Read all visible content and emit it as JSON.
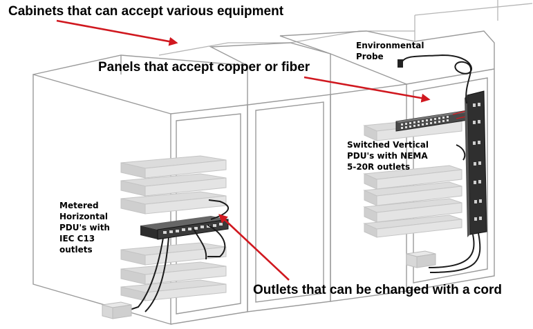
{
  "callouts": {
    "cabinets": "Cabinets that can accept various equipment",
    "panels": "Panels that accept copper or fiber",
    "outlets": "Outlets that can be changed with a cord"
  },
  "labels": {
    "environmental_probe": [
      "Environmental",
      "Probe"
    ],
    "switched_pdu": [
      "Switched Vertical",
      "PDU's with NEMA",
      "5-20R outlets"
    ],
    "metered_pdu": [
      "Metered",
      "Horizontal",
      "PDU's with",
      "IEC C13",
      "outlets"
    ]
  },
  "colors": {
    "arrow": "#d0181f",
    "cabinet_outline": "#9a9a9a",
    "shelf": "#d9d9d9",
    "pdu": "#3a3a3a",
    "cable": "#1a1a1a"
  }
}
